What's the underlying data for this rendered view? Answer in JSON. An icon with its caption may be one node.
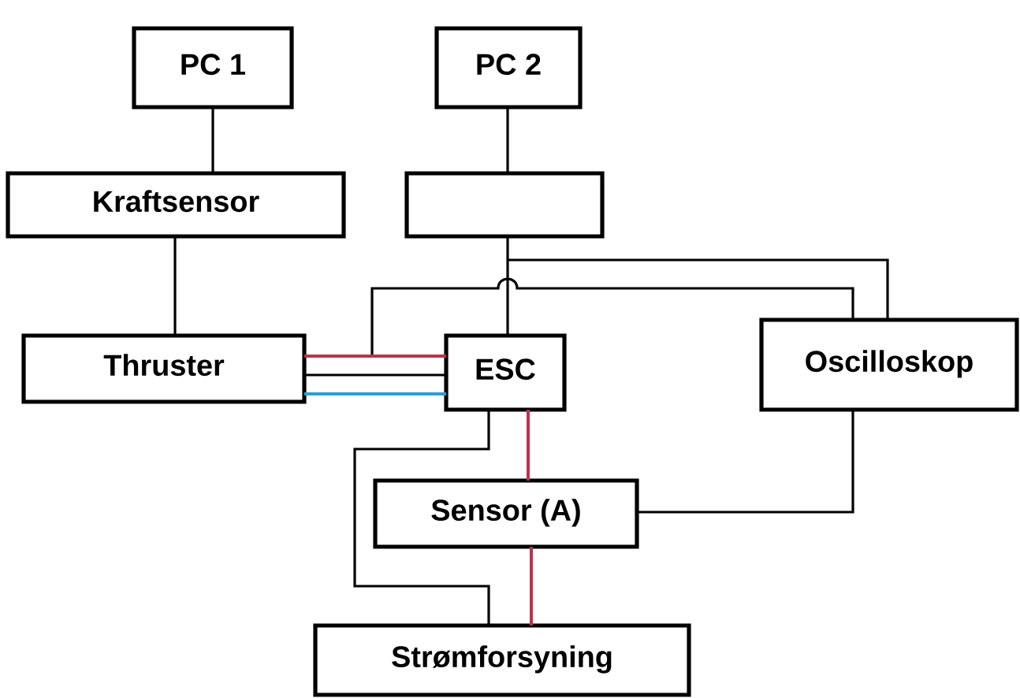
{
  "diagram": {
    "nodes": [
      {
        "text": [
          "PC 1"
        ]
      },
      {
        "text": [
          "Kraftsensor"
        ]
      },
      {
        "text": [
          "Thruster"
        ]
      },
      {
        "text": [
          "PC 2"
        ]
      },
      {
        "text": [],
        "shape": "box"
      },
      {
        "text": [
          "ESC"
        ]
      },
      {
        "text": [
          "Oscilloskop"
        ]
      },
      {
        "text": [
          "Sensor (A)"
        ]
      },
      {
        "text": [
          "Strømforsyning"
        ]
      }
    ],
    "edges": [
      {
        "from": 0,
        "to": 1,
        "arrow": "none"
      },
      {
        "from": 1,
        "to": 2,
        "arrow": "none"
      },
      {
        "from": 3,
        "to": 4,
        "arrow": "none"
      },
      {
        "from": 4,
        "to": 5,
        "arrow": "none"
      },
      {
        "from": 4,
        "to": 6,
        "arrow": "none"
      },
      {
        "from": 2,
        "to": 6,
        "arrow": "none"
      },
      {
        "from": 2,
        "to": 5,
        "arrow": "none",
        "color": "#c0304a"
      },
      {
        "from": 2,
        "to": 5,
        "arrow": "none"
      },
      {
        "from": 2,
        "to": 5,
        "arrow": "none",
        "color": "#2aa0d0"
      },
      {
        "from": 5,
        "to": 7,
        "arrow": "none",
        "color": "#c0304a"
      },
      {
        "from": 7,
        "to": 8,
        "arrow": "none",
        "color": "#c0304a"
      },
      {
        "from": 5,
        "to": 8,
        "arrow": "none"
      },
      {
        "from": 7,
        "to": 6,
        "arrow": "none"
      }
    ]
  }
}
